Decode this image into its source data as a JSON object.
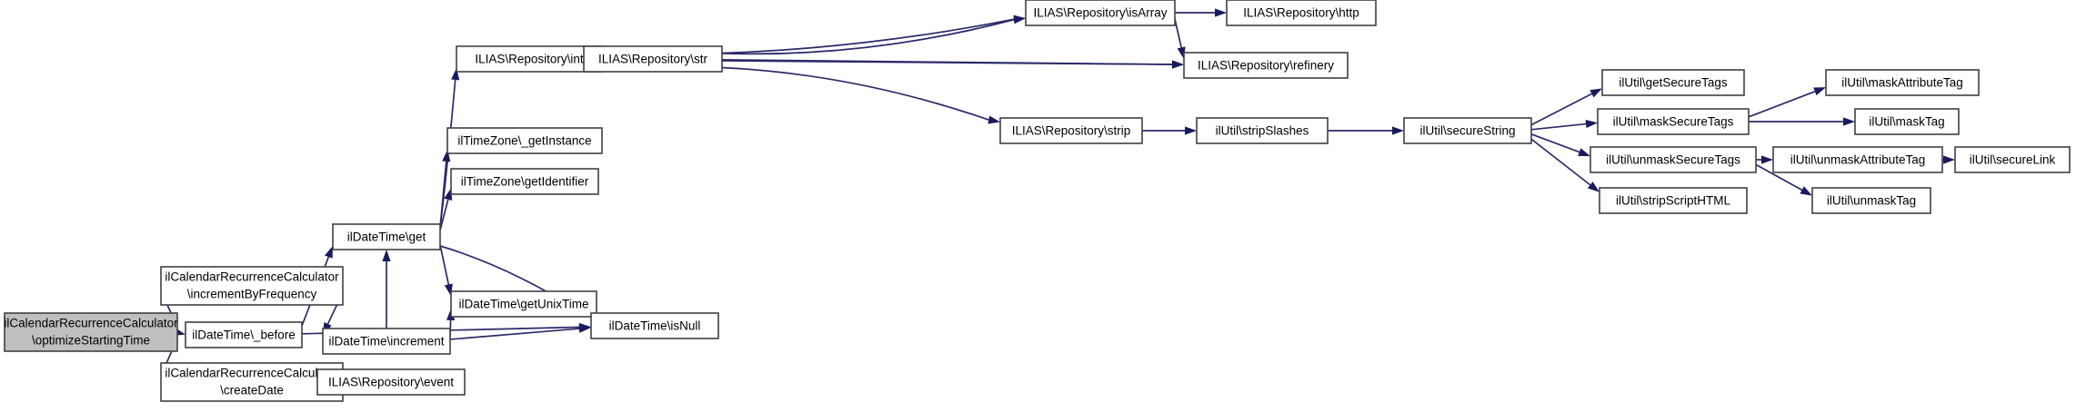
{
  "diagram": {
    "type": "call-graph",
    "title": "",
    "background_color": "#ffffff",
    "node_fill": "#ffffff",
    "node_stroke": "#404040",
    "highlight_fill": "#bfbfbf",
    "edge_color": "#2a2a6a",
    "arrow_color": "#1a1a5e"
  },
  "nodes": [
    {
      "id": "optimizeStartingTime",
      "label_line1": "ilCalendarRecurrenceCalculator",
      "label_line2": "\\optimizeStartingTime",
      "highlight": true
    },
    {
      "id": "incrementByFrequency",
      "label_line1": "ilCalendarRecurrenceCalculator",
      "label_line2": "\\incrementByFrequency",
      "highlight": false
    },
    {
      "id": "before",
      "label_line1": "ilDateTime\\_before",
      "label_line2": "",
      "highlight": false
    },
    {
      "id": "createDate",
      "label_line1": "ilCalendarRecurrenceCalculator",
      "label_line2": "\\createDate",
      "highlight": false
    },
    {
      "id": "event",
      "label_line1": "ILIAS\\Repository\\event",
      "label_line2": "",
      "highlight": false
    },
    {
      "id": "increment",
      "label_line1": "ilDateTime\\increment",
      "label_line2": "",
      "highlight": false
    },
    {
      "id": "get",
      "label_line1": "ilDateTime\\get",
      "label_line2": "",
      "highlight": false
    },
    {
      "id": "getUnixTime",
      "label_line1": "ilDateTime\\getUnixTime",
      "label_line2": "",
      "highlight": false
    },
    {
      "id": "isNull",
      "label_line1": "ilDateTime\\isNull",
      "label_line2": "",
      "highlight": false
    },
    {
      "id": "getIdentifier",
      "label_line1": "ilTimeZone\\getIdentifier",
      "label_line2": "",
      "highlight": false
    },
    {
      "id": "getInstance",
      "label_line1": "ilTimeZone\\_getInstance",
      "label_line2": "",
      "highlight": false
    },
    {
      "id": "int",
      "label_line1": "ILIAS\\Repository\\int",
      "label_line2": "",
      "highlight": false
    },
    {
      "id": "str",
      "label_line1": "ILIAS\\Repository\\str",
      "label_line2": "",
      "highlight": false
    },
    {
      "id": "isArray",
      "label_line1": "ILIAS\\Repository\\isArray",
      "label_line2": "",
      "highlight": false
    },
    {
      "id": "http",
      "label_line1": "ILIAS\\Repository\\http",
      "label_line2": "",
      "highlight": false
    },
    {
      "id": "refinery",
      "label_line1": "ILIAS\\Repository\\refinery",
      "label_line2": "",
      "highlight": false
    },
    {
      "id": "strip",
      "label_line1": "ILIAS\\Repository\\strip",
      "label_line2": "",
      "highlight": false
    },
    {
      "id": "stripSlashes",
      "label_line1": "ilUtil\\stripSlashes",
      "label_line2": "",
      "highlight": false
    },
    {
      "id": "secureString",
      "label_line1": "ilUtil\\secureString",
      "label_line2": "",
      "highlight": false
    },
    {
      "id": "getSecureTags",
      "label_line1": "ilUtil\\getSecureTags",
      "label_line2": "",
      "highlight": false
    },
    {
      "id": "maskSecureTags",
      "label_line1": "ilUtil\\maskSecureTags",
      "label_line2": "",
      "highlight": false
    },
    {
      "id": "unmaskSecureTags",
      "label_line1": "ilUtil\\unmaskSecureTags",
      "label_line2": "",
      "highlight": false
    },
    {
      "id": "stripScriptHTML",
      "label_line1": "ilUtil\\stripScriptHTML",
      "label_line2": "",
      "highlight": false
    },
    {
      "id": "maskAttributeTag",
      "label_line1": "ilUtil\\maskAttributeTag",
      "label_line2": "",
      "highlight": false
    },
    {
      "id": "maskTag",
      "label_line1": "ilUtil\\maskTag",
      "label_line2": "",
      "highlight": false
    },
    {
      "id": "unmaskAttributeTag",
      "label_line1": "ilUtil\\unmaskAttributeTag",
      "label_line2": "",
      "highlight": false
    },
    {
      "id": "unmaskTag",
      "label_line1": "ilUtil\\unmaskTag",
      "label_line2": "",
      "highlight": false
    },
    {
      "id": "secureLink",
      "label_line1": "ilUtil\\secureLink",
      "label_line2": "",
      "highlight": false
    }
  ],
  "edges": [
    {
      "from": "optimizeStartingTime",
      "to": "incrementByFrequency"
    },
    {
      "from": "optimizeStartingTime",
      "to": "before"
    },
    {
      "from": "optimizeStartingTime",
      "to": "createDate"
    },
    {
      "from": "createDate",
      "to": "event"
    },
    {
      "from": "incrementByFrequency",
      "to": "increment"
    },
    {
      "from": "before",
      "to": "get"
    },
    {
      "from": "before",
      "to": "isNull"
    },
    {
      "from": "increment",
      "to": "get"
    },
    {
      "from": "increment",
      "to": "getUnixTime"
    },
    {
      "from": "increment",
      "to": "isNull"
    },
    {
      "from": "getUnixTime",
      "to": "isNull"
    },
    {
      "from": "get",
      "to": "int"
    },
    {
      "from": "get",
      "to": "getInstance"
    },
    {
      "from": "get",
      "to": "getIdentifier"
    },
    {
      "from": "get",
      "to": "getUnixTime"
    },
    {
      "from": "get",
      "to": "isNull"
    },
    {
      "from": "int",
      "to": "str"
    },
    {
      "from": "int",
      "to": "isArray"
    },
    {
      "from": "int",
      "to": "refinery"
    },
    {
      "from": "str",
      "to": "isArray"
    },
    {
      "from": "str",
      "to": "refinery"
    },
    {
      "from": "str",
      "to": "strip"
    },
    {
      "from": "isArray",
      "to": "http"
    },
    {
      "from": "isArray",
      "to": "refinery"
    },
    {
      "from": "strip",
      "to": "stripSlashes"
    },
    {
      "from": "stripSlashes",
      "to": "secureString"
    },
    {
      "from": "secureString",
      "to": "getSecureTags"
    },
    {
      "from": "secureString",
      "to": "maskSecureTags"
    },
    {
      "from": "secureString",
      "to": "unmaskSecureTags"
    },
    {
      "from": "secureString",
      "to": "stripScriptHTML"
    },
    {
      "from": "maskSecureTags",
      "to": "maskAttributeTag"
    },
    {
      "from": "maskSecureTags",
      "to": "maskTag"
    },
    {
      "from": "unmaskSecureTags",
      "to": "unmaskAttributeTag"
    },
    {
      "from": "unmaskSecureTags",
      "to": "unmaskTag"
    },
    {
      "from": "unmaskAttributeTag",
      "to": "secureLink"
    }
  ]
}
